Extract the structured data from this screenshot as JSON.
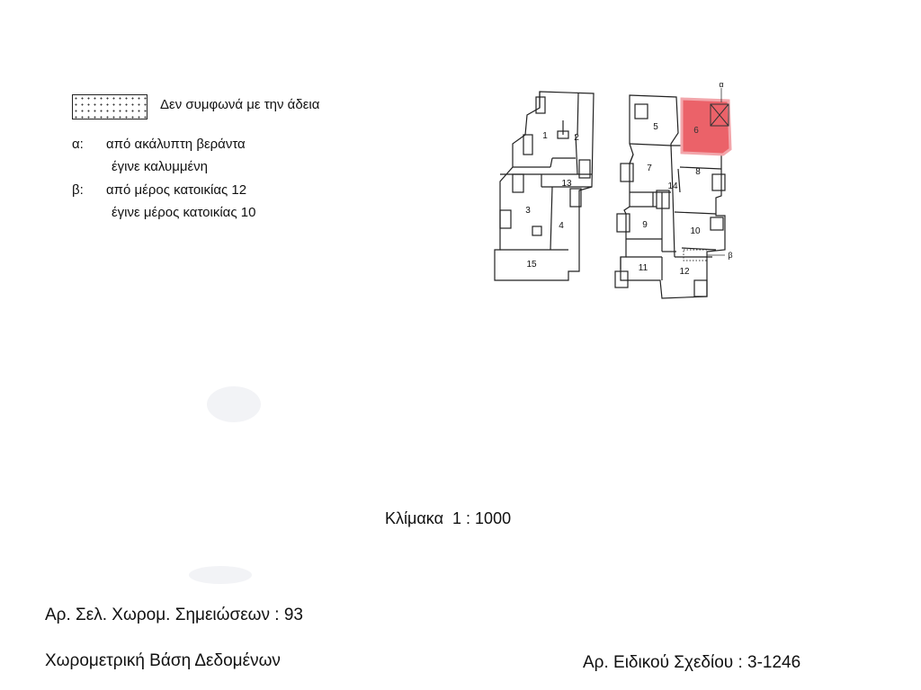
{
  "legend": {
    "dotted_label": "Δεν συμφωνά με την άδεια",
    "notes": [
      {
        "letter": "α:",
        "line1": "από ακάλυπτη βεράντα",
        "line2": "έγινε καλυμμένη"
      },
      {
        "letter": "β:",
        "line1": "από μέρος κατοικίας 12",
        "line2": "έγινε μέρος κατοικίας 10"
      }
    ]
  },
  "plan": {
    "units_left": [
      "1",
      "2",
      "13",
      "3",
      "4",
      "15"
    ],
    "units_right": [
      "5",
      "6",
      "7",
      "8",
      "14",
      "9",
      "10",
      "11",
      "12"
    ],
    "marker_a": "α",
    "marker_b": "β",
    "highlight_color": "#e8464f"
  },
  "scale": {
    "label": "Κλίμακα",
    "value": "1",
    "sep": ":",
    "denominator": "1000"
  },
  "footer": {
    "notes_page_label": "Αρ. Σελ. Χωρομ. Σημειώσεων  :",
    "notes_page_value": "93",
    "database_label": "Χωρομετρική Βάση Δεδομένων",
    "plan_no_label": "Αρ. Ειδικού Σχεδίου",
    "plan_no_value": ": 3-1246"
  }
}
